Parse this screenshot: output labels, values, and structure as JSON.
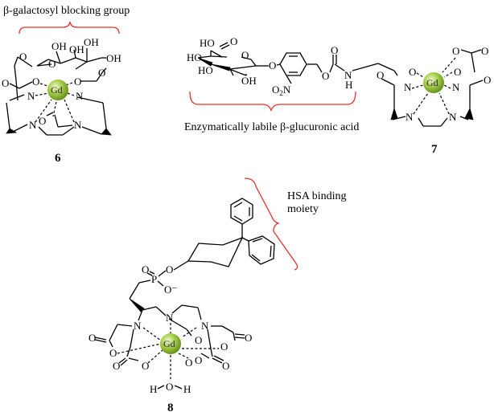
{
  "figure": {
    "compounds": [
      {
        "id": "6",
        "number_label": "6",
        "annotation": "β-galactosyl blocking group",
        "metal": "Gd",
        "atoms": {
          "oh": "OH",
          "o": "O",
          "n": "N"
        }
      },
      {
        "id": "7",
        "number_label": "7",
        "annotation": "Enzymatically labile β-glucuronic acid",
        "metal": "Gd",
        "atoms": {
          "ho": "HO",
          "oh": "OH",
          "o": "O",
          "n": "N",
          "nh_n": "N",
          "nh_h": "H",
          "no2_o": "O",
          "no2_sub": "2",
          "no2_n": "N"
        }
      },
      {
        "id": "8",
        "number_label": "8",
        "annotation_line1": "HSA binding",
        "annotation_line2": "moiety",
        "metal": "Gd",
        "atoms": {
          "o": "O",
          "ominus": "O⁻",
          "p": "P",
          "n": "N",
          "h": "H"
        }
      }
    ],
    "colors": {
      "bracket": "#e8322c",
      "gd_sphere_light": "#d9ef9a",
      "gd_sphere_dark": "#6f9a1c",
      "gd_text": "#2a1f5c"
    }
  }
}
